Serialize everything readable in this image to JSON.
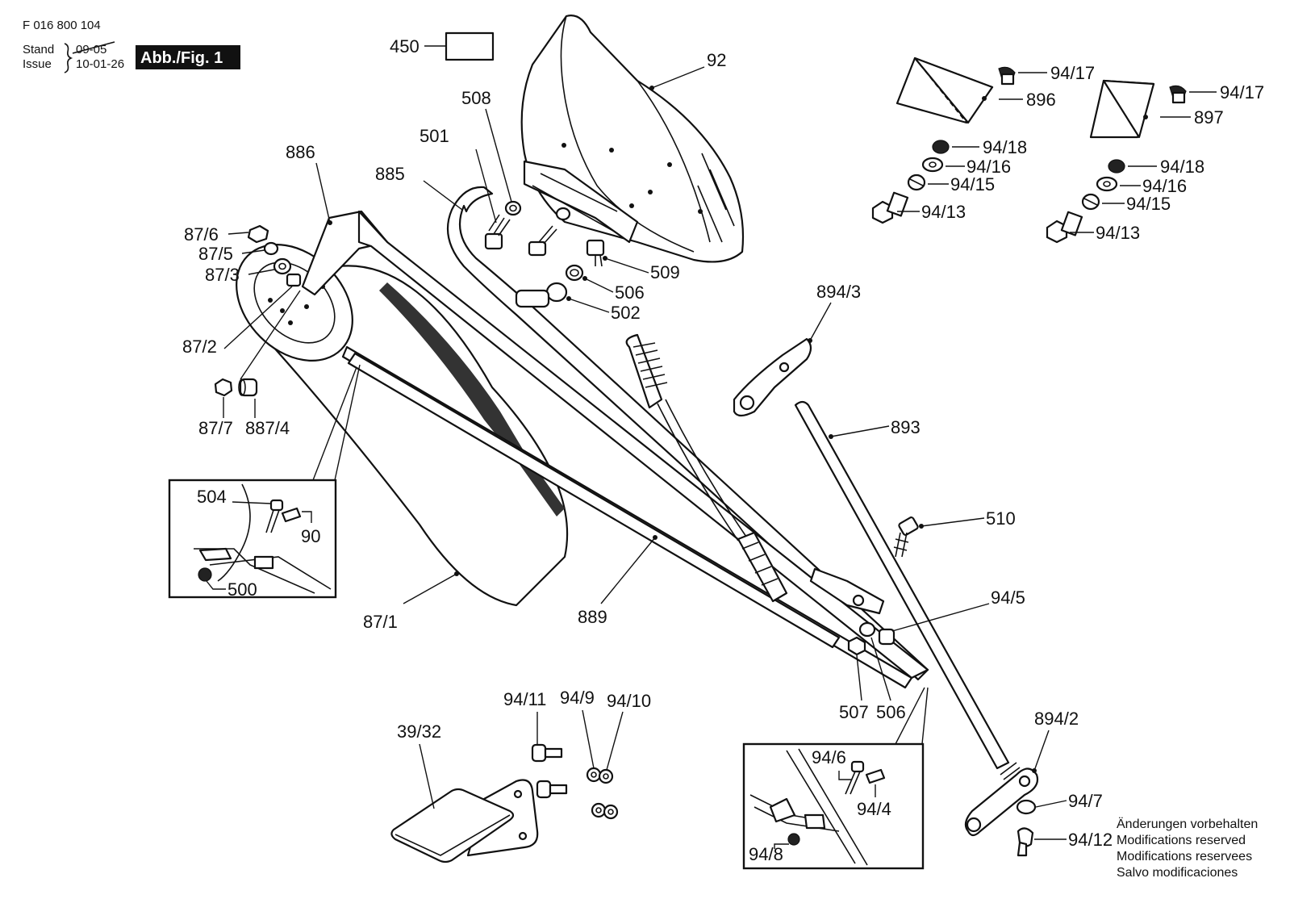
{
  "header": {
    "doc_number": "F 016 800 104",
    "stand_label": "Stand",
    "issue_label": "Issue",
    "old_date": "09-05",
    "new_date": "10-01-26",
    "figure_tag": "Abb./Fig. 1"
  },
  "notes": [
    "Änderungen vorbehalten",
    "Modifications reserved",
    "Modifications reservees",
    "Salvo modificaciones"
  ],
  "labels": {
    "l450": "450",
    "l92": "92",
    "l508": "508",
    "l501": "501",
    "l885": "885",
    "l886": "886",
    "l87_6": "87/6",
    "l87_5": "87/5",
    "l87_3": "87/3",
    "l87_2": "87/2",
    "l87_7": "87/7",
    "l887_4": "887/4",
    "l509": "509",
    "l506a": "506",
    "l502": "502",
    "l894_3": "894/3",
    "l893": "893",
    "l510": "510",
    "l504": "504",
    "l90": "90",
    "l500": "500",
    "l87_1": "87/1",
    "l889": "889",
    "l94_5": "94/5",
    "l507": "507",
    "l506b": "506",
    "l894_2": "894/2",
    "l94_7": "94/7",
    "l94_12": "94/12",
    "l94_6": "94/6",
    "l94_4": "94/4",
    "l94_8": "94/8",
    "l94_11": "94/11",
    "l94_9": "94/9",
    "l94_10": "94/10",
    "l39_32": "39/32",
    "l94_17a": "94/17",
    "l896": "896",
    "l94_18a": "94/18",
    "l94_16a": "94/16",
    "l94_15a": "94/15",
    "l94_13a": "94/13",
    "l94_17b": "94/17",
    "l897": "897",
    "l94_18b": "94/18",
    "l94_16b": "94/16",
    "l94_15b": "94/15",
    "l94_13b": "94/13"
  }
}
